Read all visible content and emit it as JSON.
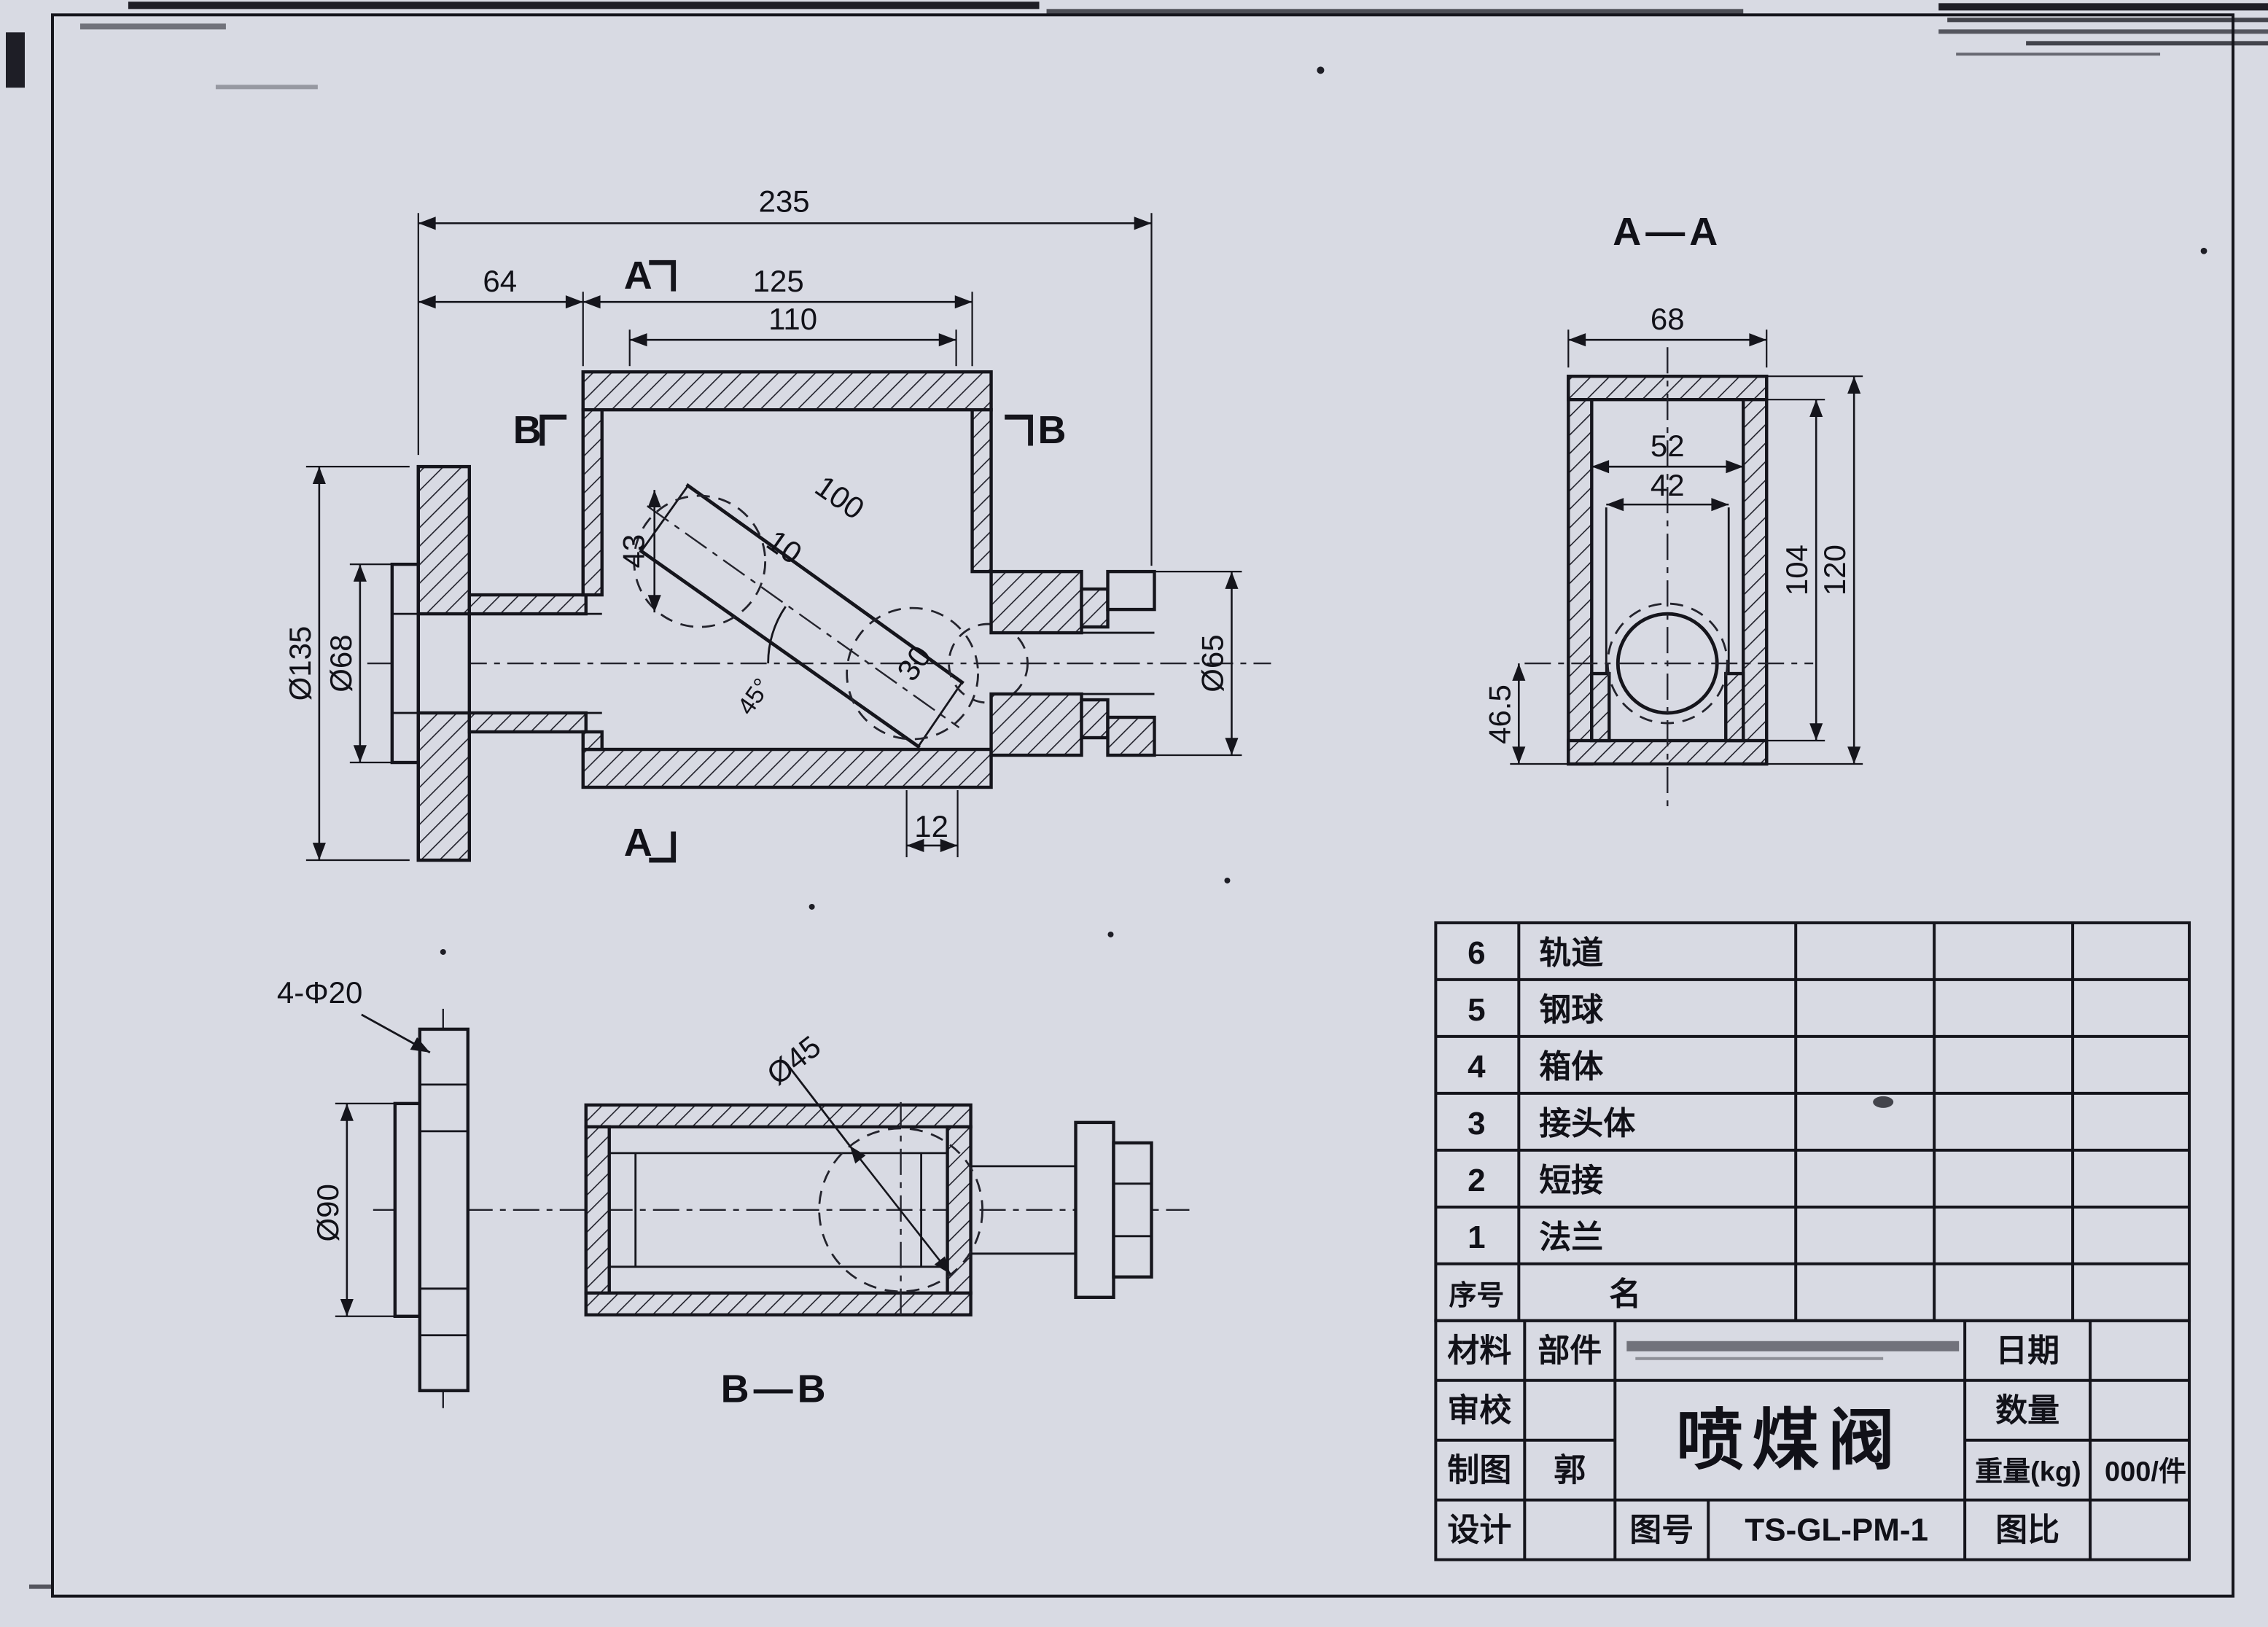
{
  "sheet": {
    "bg": "#d8dae3",
    "ink": "#15151c"
  },
  "main_view": {
    "section_a": "A",
    "section_b": "B",
    "dims": {
      "total_length": "235",
      "flange_offset": "64",
      "body_length": "125",
      "body_inner": "110",
      "tube_length": "100",
      "tube_wall": "10",
      "tube_offset": "43",
      "tube_bore": "30",
      "angle": "45°",
      "outlet_step": "12",
      "flange_od": "Ø135",
      "flange_face": "Ø68",
      "outlet_od": "Ø65"
    }
  },
  "section_aa": {
    "title": "A—A",
    "dims": {
      "outer_width": "68",
      "cavity_width": "52",
      "rail_width": "42",
      "cavity_height": "104",
      "outer_height": "120",
      "ball_height": "46.5"
    }
  },
  "section_bb": {
    "title": "B—B",
    "dims": {
      "bolt_holes": "4-Φ20",
      "flange_face": "Ø90",
      "bore": "Ø45"
    }
  },
  "parts_table": {
    "no_header": "序号",
    "name_header": "名",
    "rows": [
      {
        "no": "6",
        "name": "轨道"
      },
      {
        "no": "5",
        "name": "钢球"
      },
      {
        "no": "4",
        "name": "箱体"
      },
      {
        "no": "3",
        "name": "接头体"
      },
      {
        "no": "2",
        "name": "短接"
      },
      {
        "no": "1",
        "name": "法兰"
      }
    ]
  },
  "title_block": {
    "material_label": "材料",
    "component_label": "部件",
    "check_label": "审校",
    "draft_label": "制图",
    "drafter": "郭",
    "design_label": "设计",
    "title": "喷煤阀",
    "date_label": "日期",
    "quantity_label": "数量",
    "weight_label": "重量(kg)",
    "weight_value": "000/件",
    "drawing_no_label": "图号",
    "drawing_no": "TS-GL-PM-1",
    "scale_label": "图比"
  }
}
